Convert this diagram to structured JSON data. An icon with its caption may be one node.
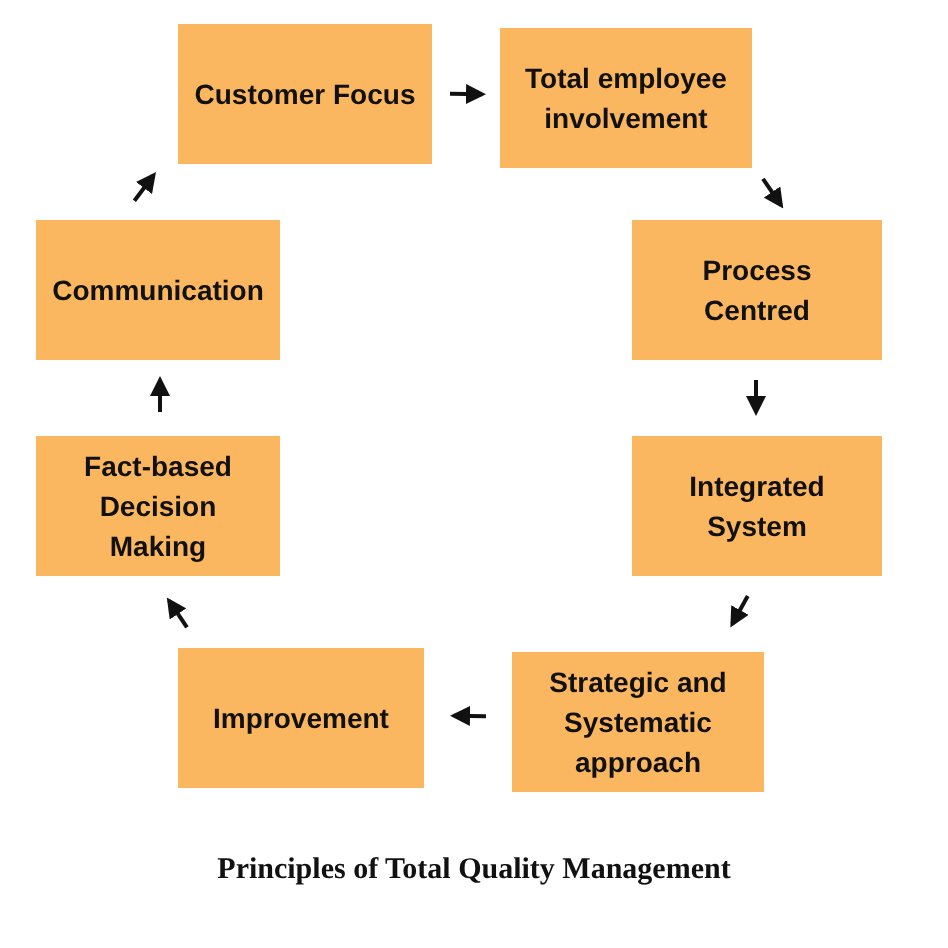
{
  "diagram": {
    "title": "Principles of Total Quality Management",
    "nodes": [
      {
        "text": [
          "Customer Focus"
        ]
      },
      {
        "text": [
          "Total employee involvement"
        ]
      },
      {
        "text": [
          "Process Centred"
        ]
      },
      {
        "text": [
          "Integrated System"
        ]
      },
      {
        "text": [
          "Strategic and Systematic approach"
        ]
      },
      {
        "text": [
          "Improvement"
        ]
      },
      {
        "text": [
          "Fact-based Decision Making"
        ]
      },
      {
        "text": [
          "Communication"
        ]
      }
    ],
    "edges": [
      {
        "from": 0,
        "to": 1,
        "arrow": "to"
      },
      {
        "from": 1,
        "to": 2,
        "arrow": "to"
      },
      {
        "from": 2,
        "to": 3,
        "arrow": "to"
      },
      {
        "from": 3,
        "to": 4,
        "arrow": "to"
      },
      {
        "from": 4,
        "to": 5,
        "arrow": "to"
      },
      {
        "from": 5,
        "to": 6,
        "arrow": "to"
      },
      {
        "from": 6,
        "to": 7,
        "arrow": "to"
      },
      {
        "from": 7,
        "to": 0,
        "arrow": "to"
      }
    ]
  }
}
